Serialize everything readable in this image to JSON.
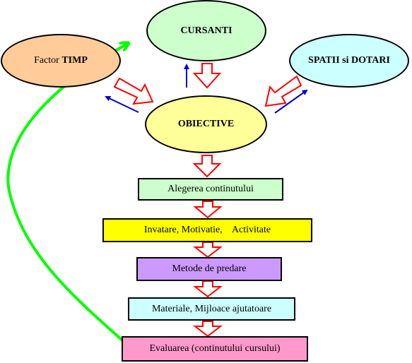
{
  "nodes": {
    "cursanti": {
      "label": "CURSANTI",
      "color": "#ccffcc"
    },
    "factor_timp": {
      "label_prefix": "Factor ",
      "label_bold": "TIMP",
      "color": "#ffcc99"
    },
    "spatii_dotari": {
      "label": "SPATII si DOTARI",
      "color": "#ccffff"
    },
    "obiective": {
      "label": "OBIECTIVE",
      "color": "#ffff99"
    }
  },
  "steps": [
    {
      "label": "Alegerea continutului",
      "color": "#ccffcc"
    },
    {
      "label": "Invatare, Motivatie,    Activitate",
      "color": "#ffff00"
    },
    {
      "label": "Metode de predare",
      "color": "#cc99ff"
    },
    {
      "label": "Materiale, Mijloace ajutatoare",
      "color": "#ccffff"
    },
    {
      "label": "Evaluarea (continutului cursului)",
      "color": "#ff99cc"
    }
  ],
  "colors": {
    "block_arrow_outline": "#ff0000",
    "thin_arrow": "#0000cc",
    "feedback_arrow": "#00ff00"
  }
}
